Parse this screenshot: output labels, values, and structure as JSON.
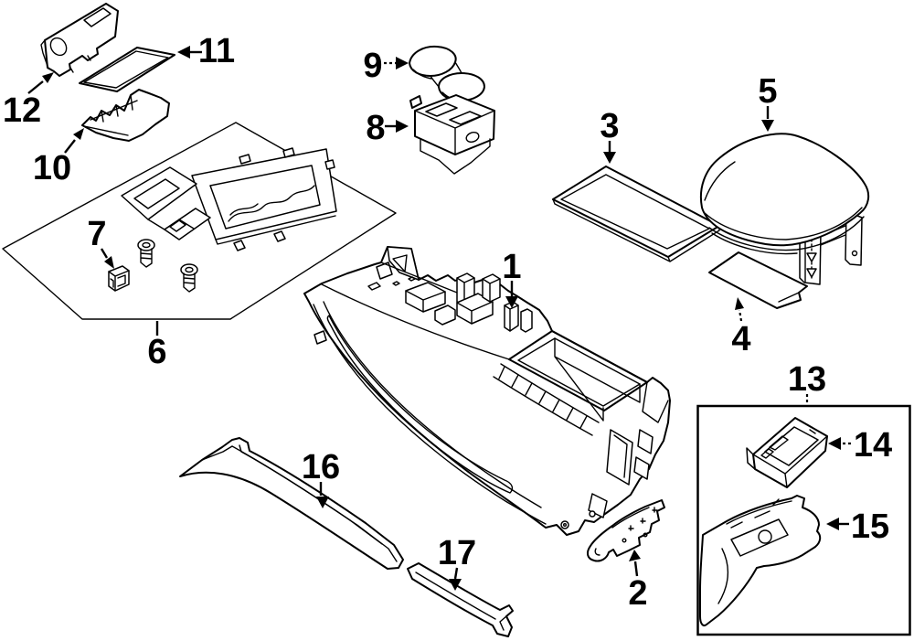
{
  "figure": {
    "background_color": "#ffffff",
    "line_color": "#000000"
  },
  "callouts": {
    "c1": {
      "num": "1"
    },
    "c2": {
      "num": "2"
    },
    "c3": {
      "num": "3"
    },
    "c4": {
      "num": "4"
    },
    "c5": {
      "num": "5"
    },
    "c6": {
      "num": "6"
    },
    "c7": {
      "num": "7"
    },
    "c8": {
      "num": "8"
    },
    "c9": {
      "num": "9"
    },
    "c10": {
      "num": "10"
    },
    "c11": {
      "num": "11"
    },
    "c12": {
      "num": "12"
    },
    "c13": {
      "num": "13"
    },
    "c14": {
      "num": "14"
    },
    "c15": {
      "num": "15"
    },
    "c16": {
      "num": "16"
    },
    "c17": {
      "num": "17"
    }
  }
}
